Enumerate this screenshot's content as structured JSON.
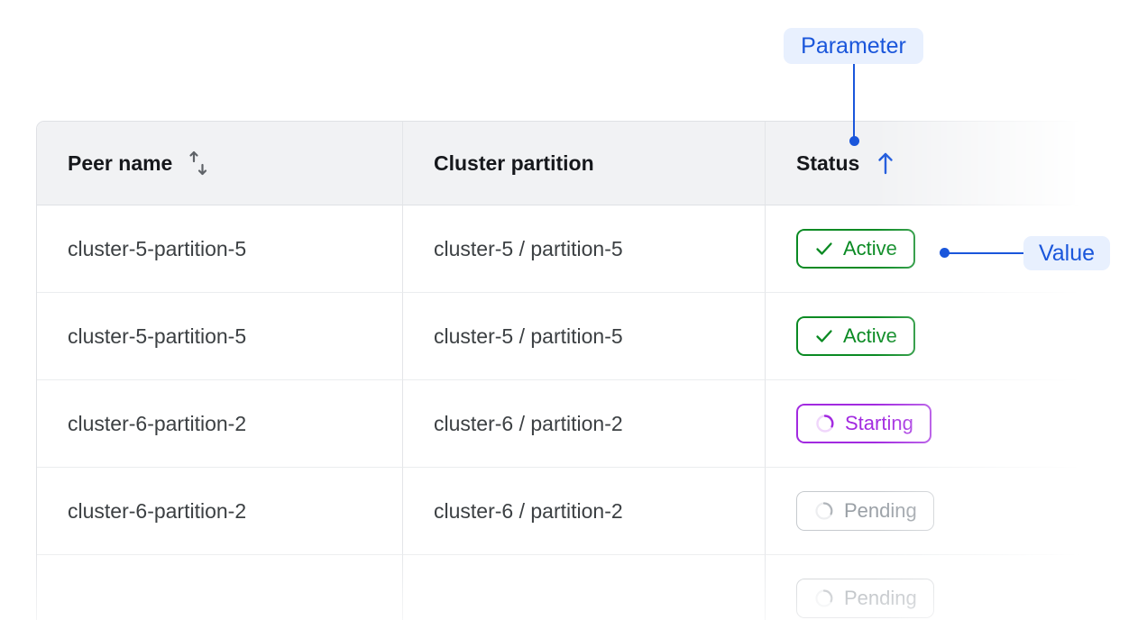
{
  "table": {
    "columns": [
      {
        "label": "Peer name",
        "sort_icon": "sort-updown-icon",
        "sort_state": "unsorted"
      },
      {
        "label": "Cluster partition",
        "sort_icon": null,
        "sort_state": "none"
      },
      {
        "label": "Status",
        "sort_icon": "arrow-up-icon",
        "sort_state": "ascending"
      }
    ],
    "rows": [
      {
        "peer_name": "cluster-5-partition-5",
        "cluster_partition": "cluster-5 / partition-5",
        "status": {
          "label": "Active",
          "icon": "check-icon",
          "variant": "active"
        },
        "dimmed": false
      },
      {
        "peer_name": "cluster-5-partition-5",
        "cluster_partition": "cluster-5 / partition-5",
        "status": {
          "label": "Active",
          "icon": "check-icon",
          "variant": "active"
        },
        "dimmed": false
      },
      {
        "peer_name": "cluster-6-partition-2",
        "cluster_partition": "cluster-6 / partition-2",
        "status": {
          "label": "Starting",
          "icon": "spinner-icon",
          "variant": "starting"
        },
        "dimmed": false
      },
      {
        "peer_name": "cluster-6-partition-2",
        "cluster_partition": "cluster-6 / partition-2",
        "status": {
          "label": "Pending",
          "icon": "spinner-icon",
          "variant": "pending"
        },
        "dimmed": true
      }
    ]
  },
  "annotations": [
    {
      "label": "Parameter",
      "target": "Status column header"
    },
    {
      "label": "Value",
      "target": "Active status badge"
    }
  ],
  "colors": {
    "annotation_text": "#1a56db",
    "annotation_background": "#e8f0fe",
    "header_background": "#f1f2f4",
    "active": "#0a8a23",
    "starting": "#a22ae0",
    "pending": "#9aa0a6",
    "sort_icon": "#5f6368",
    "sort_active": "#1a56db"
  }
}
